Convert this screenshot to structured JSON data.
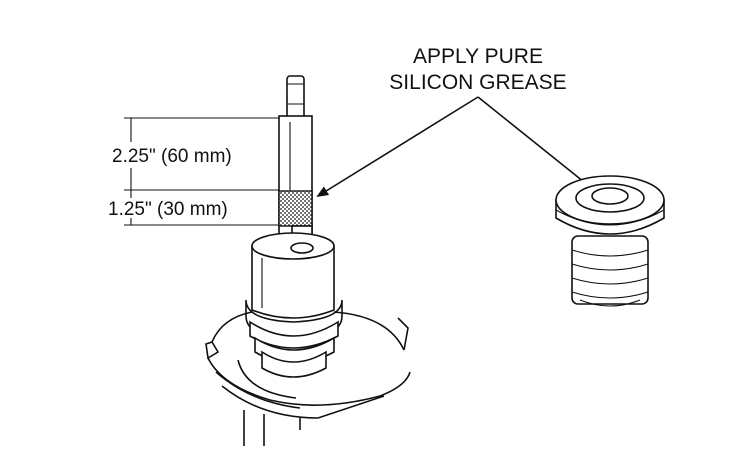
{
  "callout": {
    "line1": "APPLY PURE",
    "line2": "SILICON GREASE"
  },
  "dimensions": {
    "upper": "2.25\" (60 mm)",
    "lower": "1.25\" (30 mm)"
  }
}
